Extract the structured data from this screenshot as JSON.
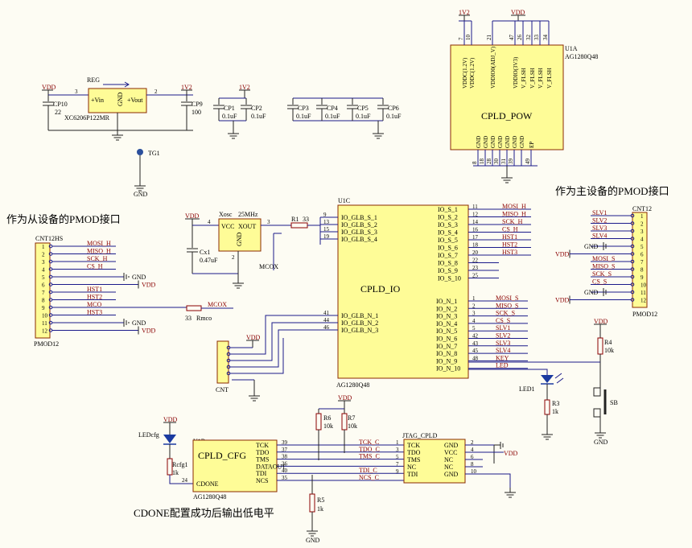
{
  "labels": {
    "slave_title": "作为从设备的PMOD接口",
    "master_title": "作为主设备的PMOD接口",
    "cdone_note": "CDONE配置成功后输出低电平"
  },
  "power": {
    "reg": "REG",
    "reg_part": "XC6206P122MR",
    "reg_pins": [
      "+Vin",
      "GND",
      "+Vout"
    ],
    "vdd": "VDD",
    "v12": "1V2",
    "gnd": "GND",
    "tg1": "TG1",
    "cp10": "CP10",
    "cp10_val": "22",
    "cp9": "CP9",
    "cp9_val": "100",
    "decaps": [
      {
        "ref": "CP1",
        "val": "0.1uF"
      },
      {
        "ref": "CP2",
        "val": "0.1uF"
      },
      {
        "ref": "CP3",
        "val": "0.1uF"
      },
      {
        "ref": "CP4",
        "val": "0.1uF"
      },
      {
        "ref": "CP5",
        "val": "0.1uF"
      },
      {
        "ref": "CP6",
        "val": "0.1uF"
      }
    ]
  },
  "u1a": {
    "ref": "U1A",
    "part": "AG1280Q48",
    "name": "CPLD_POW",
    "top_pins": [
      "VDDC(1.2V)",
      "VDDC(1.2V)",
      "VDDIO0(ADJ_V)",
      "VDDIO(3V3)",
      "V_FLSH",
      "V_FLSH",
      "V_FLSH",
      "V_FLSH"
    ],
    "top_nums": [
      "7",
      "10",
      "21",
      "47",
      "26",
      "32",
      "33",
      "34"
    ],
    "bot_pins": [
      "GND",
      "GND",
      "GND",
      "GND",
      "GND",
      "GND",
      "GND",
      "EP"
    ],
    "bot_nums": [
      "8",
      "18",
      "28",
      "30",
      "31",
      "39",
      "",
      "49"
    ]
  },
  "osc": {
    "ref": "Xosc",
    "freq": "25MHz",
    "pins": [
      "VCC",
      "XOUT",
      "GND"
    ],
    "cx": "Cx1",
    "cx_val": "0.47uF",
    "r1": "R1",
    "r1_val": "33",
    "mcox": "MCOX",
    "nums": [
      "4",
      "3",
      "2"
    ]
  },
  "u1c": {
    "ref": "U1C",
    "part": "AG1280Q48",
    "name": "CPLD_IO",
    "glb_s": [
      "IO_GLB_S_1",
      "IO_GLB_S_2",
      "IO_GLB_S_3",
      "IO_GLB_S_4"
    ],
    "glb_s_nums": [
      "9",
      "13",
      "15",
      "19"
    ],
    "glb_n": [
      "IO_GLB_N_1",
      "IO_GLB_N_2",
      "IO_GLB_N_3"
    ],
    "glb_n_nums": [
      "41",
      "44",
      "46"
    ],
    "io_s": [
      "IO_S_1",
      "IO_S_2",
      "IO_S_3",
      "IO_S_4",
      "IO_S_5",
      "IO_S_6",
      "IO_S_7",
      "IO_S_8",
      "IO_S_9",
      "IO_S_10"
    ],
    "io_s_nums": [
      "11",
      "12",
      "14",
      "16",
      "17",
      "18",
      "20",
      "22",
      "23",
      "25"
    ],
    "io_s_nets": [
      "MOSI_H",
      "MISO_H",
      "SCK_H",
      "CS_H",
      "HST1",
      "HST2",
      "HST3",
      "",
      "",
      ""
    ],
    "io_n": [
      "IO_N_1",
      "IO_N_2",
      "IO_N_3",
      "IO_N_4",
      "IO_N_5",
      "IO_N_6",
      "IO_N_7",
      "IO_N_8",
      "IO_N_9",
      "IO_N_10"
    ],
    "io_n_nums": [
      "1",
      "2",
      "3",
      "4",
      "5",
      "42",
      "43",
      "45",
      "48",
      ""
    ],
    "io_n_nets": [
      "MOSI_S",
      "MISO_S",
      "SCK_S",
      "CS_S",
      "SLV1",
      "SLV2",
      "SLV3",
      "SLV4",
      "KEY",
      "LED"
    ]
  },
  "cnt12hs": {
    "ref": "CNT12HS",
    "part": "PMOD12",
    "nums": [
      "1",
      "2",
      "3",
      "4",
      "5",
      "6",
      "7",
      "8",
      "9",
      "10",
      "11",
      "12"
    ],
    "nets": [
      "MOSI_H",
      "MISO_H",
      "SCK_H",
      "CS_H",
      "GND",
      "VDD",
      "HST1",
      "HST2",
      "MCO",
      "HST3",
      "GND",
      "VDD"
    ],
    "rmco": "Rmco",
    "rmco_val": "33",
    "mcox": "MCOX"
  },
  "cnt12": {
    "ref": "CNT12",
    "part": "PMOD12",
    "nums": [
      "1",
      "2",
      "3",
      "4",
      "5",
      "6",
      "7",
      "8",
      "9",
      "10",
      "11",
      "12"
    ],
    "nets": [
      "SLV1",
      "SLV2",
      "SLV3",
      "SLV4",
      "GND",
      "VDD",
      "MOSI_S",
      "MISO_S",
      "SCK_S",
      "CS_S",
      "GND",
      "VDD"
    ]
  },
  "cnt": {
    "ref": "CNT",
    "vdd": "VDD",
    "gnd": "GND"
  },
  "led": {
    "led1": "LED1",
    "r3": "R3",
    "r3_val": "1k",
    "r4": "R4",
    "r4_val": "10k",
    "sb": "SB"
  },
  "u1b": {
    "ref": "U1B",
    "part": "AG1280Q48",
    "name": "CPLD_CFG",
    "pins": [
      "TCK",
      "TDO",
      "TMS",
      "DATAOUT",
      "TDI",
      "NCS"
    ],
    "nums": [
      "39",
      "37",
      "38",
      "36",
      "40",
      "35"
    ],
    "cdone": "CDONE",
    "cdone_num": "24",
    "ledcfg": "LEDcfg",
    "rcfg": "Rcfg1",
    "rcfg_val": "1k"
  },
  "jtag": {
    "ref": "JTAG_CPLD",
    "left": [
      "TCK",
      "TDO",
      "TMS",
      "NC",
      "TDI"
    ],
    "left_nums": [
      "1",
      "3",
      "5",
      "7",
      "9"
    ],
    "right": [
      "GND",
      "VCC",
      "NC",
      "NC",
      "GND"
    ],
    "right_nums": [
      "2",
      "4",
      "6",
      "8",
      "10"
    ],
    "nets": [
      "TCK_C",
      "TDO_C",
      "TMS_C",
      "",
      "TDI_C",
      "NCS_C"
    ],
    "r5": "R5",
    "r5_val": "1k",
    "r6": "R6",
    "r6_val": "10k",
    "r7": "R7",
    "r7_val": "10k"
  }
}
